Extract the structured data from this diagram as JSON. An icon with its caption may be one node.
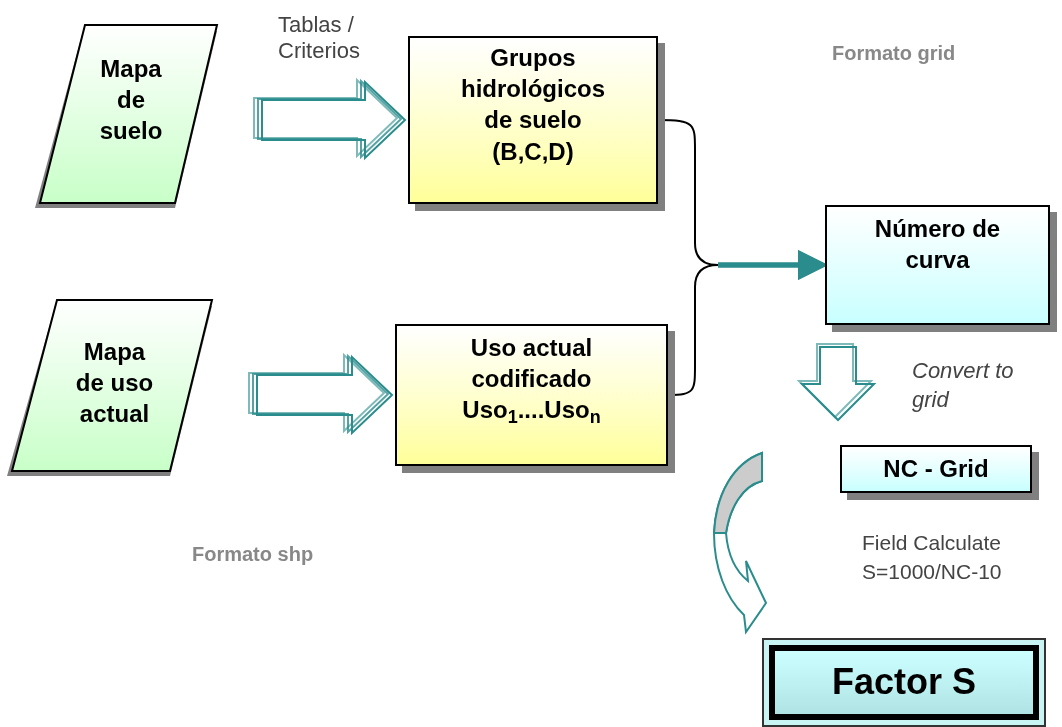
{
  "diagram": {
    "nodes": [
      {
        "text": [
          "Mapa de suelo"
        ]
      },
      {
        "text": [
          "Grupos hidrológicos de suelo (B,C,D)"
        ]
      },
      {
        "text": [
          "Mapa de uso actual"
        ]
      },
      {
        "text": [
          "Uso actual codificado Uso$_{1}$....Uso$_{n}$"
        ]
      },
      {
        "text": [
          "Número de curva"
        ]
      },
      {
        "text": [
          "NC - Grid"
        ]
      },
      {
        "text": [
          "Factor S"
        ]
      }
    ],
    "edges": [
      {
        "from": 0,
        "to": 1,
        "arrow": "to",
        "label": "Tablas / Criterios"
      },
      {
        "from": 2,
        "to": 3,
        "arrow": "to"
      },
      {
        "from": 1,
        "to": 4,
        "arrow": "to"
      },
      {
        "from": 3,
        "to": 4,
        "arrow": "to"
      },
      {
        "from": 4,
        "to": 5,
        "arrow": "to",
        "label": "Convert to grid"
      },
      {
        "from": 5,
        "to": 6,
        "arrow": "to"
      }
    ],
    "labels": [
      "Formato grid",
      "Field Calculate S=1000/NC-10",
      "Formato shp"
    ]
  }
}
